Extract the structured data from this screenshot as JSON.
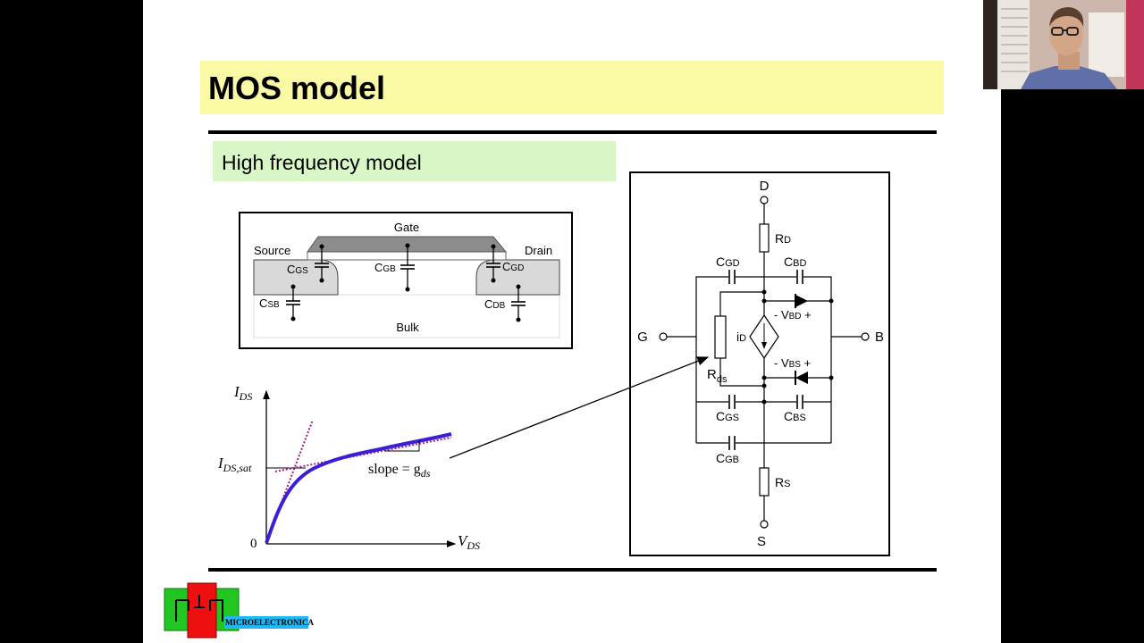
{
  "slide": {
    "title": "MOS model",
    "subtitle": "High frequency model"
  },
  "cross_section": {
    "gate": "Gate",
    "source": "Source",
    "drain": "Drain",
    "bulk": "Bulk",
    "cgs": {
      "main": "C",
      "sub": "GS"
    },
    "cgb": {
      "main": "C",
      "sub": "GB"
    },
    "cgd": {
      "main": "C",
      "sub": "GD"
    },
    "csb": {
      "main": "C",
      "sub": "SB"
    },
    "cdb": {
      "main": "C",
      "sub": "DB"
    }
  },
  "iv_curve": {
    "y_axis": {
      "main": "I",
      "sub": "DS"
    },
    "x_axis": {
      "main": "V",
      "sub": "DS"
    },
    "ids_sat": {
      "main": "I",
      "sub": "DS,sat"
    },
    "origin": "0",
    "slope": {
      "main": "slope = g",
      "sub": "ds"
    }
  },
  "circuit": {
    "d": "D",
    "s": "S",
    "g": "G",
    "b": "B",
    "rd": {
      "main": "R",
      "sub": "D"
    },
    "rs": {
      "main": "R",
      "sub": "S"
    },
    "rds": {
      "main": "R",
      "sub": "ds"
    },
    "id": {
      "main": "i",
      "sub": "D"
    },
    "cgd": {
      "main": "C",
      "sub": "GD"
    },
    "cbd": {
      "main": "C",
      "sub": "BD"
    },
    "cgs": {
      "main": "C",
      "sub": "GS"
    },
    "cbs": {
      "main": "C",
      "sub": "BS"
    },
    "cgb": {
      "main": "C",
      "sub": "GB"
    },
    "vbd": {
      "minus": "- ",
      "main": "V",
      "sub": "BD",
      "plus": " +"
    },
    "vbs": {
      "minus": "- ",
      "main": "V",
      "sub": "BS",
      "plus": " +"
    }
  },
  "logo": {
    "text": "MICROELECTRONICA"
  },
  "colors": {
    "title_bg": "#fafaa6",
    "subtitle_bg": "#d9f7c6",
    "curve": "#3a1fd6",
    "dotted": "#a01f8a"
  }
}
